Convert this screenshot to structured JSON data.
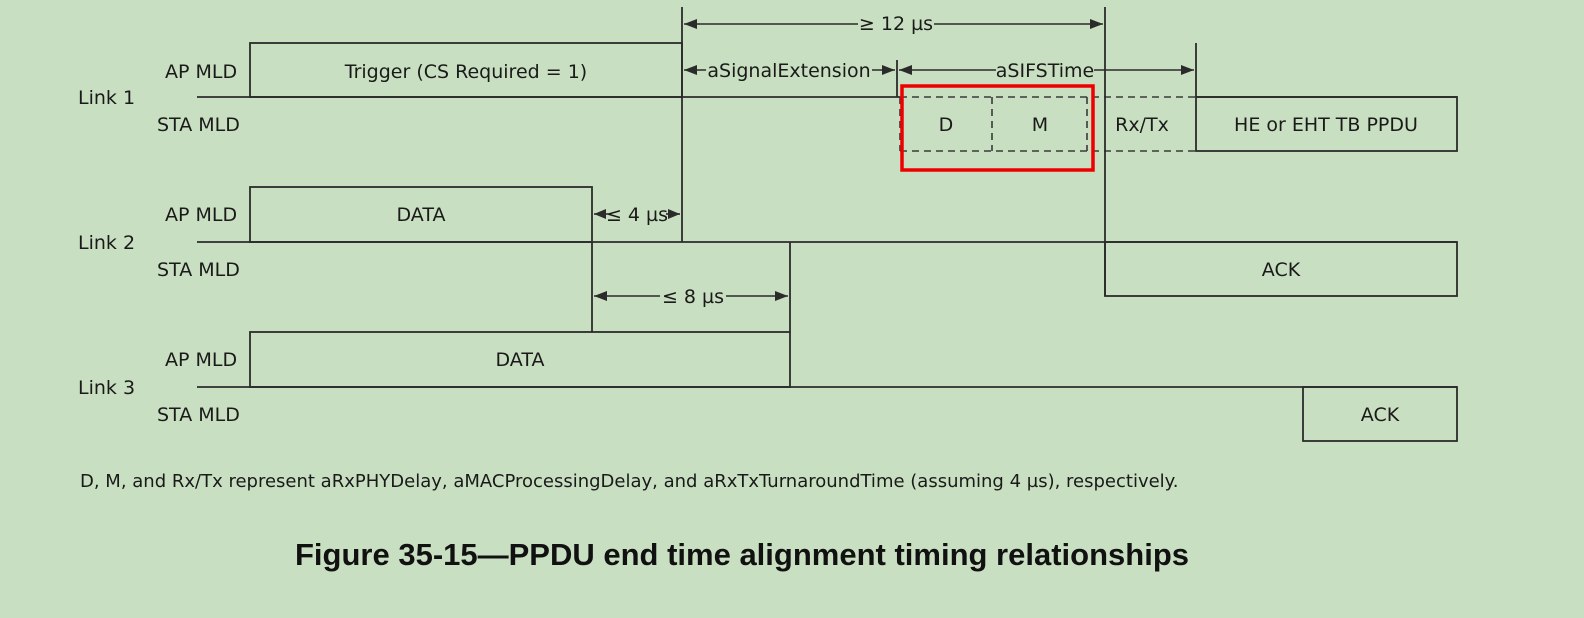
{
  "rows": {
    "link1": "Link 1",
    "link2": "Link 2",
    "link3": "Link 3",
    "ap": "AP MLD",
    "sta": "STA MLD"
  },
  "frames": {
    "trigger": "Trigger (CS Required = 1)",
    "data1": "DATA",
    "data2": "DATA",
    "d": "D",
    "m": "M",
    "rxtx": "Rx/Tx",
    "tbppdu": "HE or EHT TB PPDU",
    "ack2": "ACK",
    "ack3": "ACK"
  },
  "intervals": {
    "ge12": "≥ 12 µs",
    "signal_ext": "aSignalExtension",
    "sifs": "aSIFSTime",
    "le4": "≤ 4 µs",
    "le8": "≤ 8 µs"
  },
  "footnote": "D, M, and Rx/Tx represent aRxPHYDelay, aMACProcessingDelay, and aRxTxTurnaroundTime (assuming 4 µs), respectively.",
  "caption": "Figure 35-15—PPDU end time alignment timing relationships",
  "colors": {
    "background": "#c9dfc1",
    "highlight": "#ee0000",
    "line": "#2b2b2b"
  }
}
